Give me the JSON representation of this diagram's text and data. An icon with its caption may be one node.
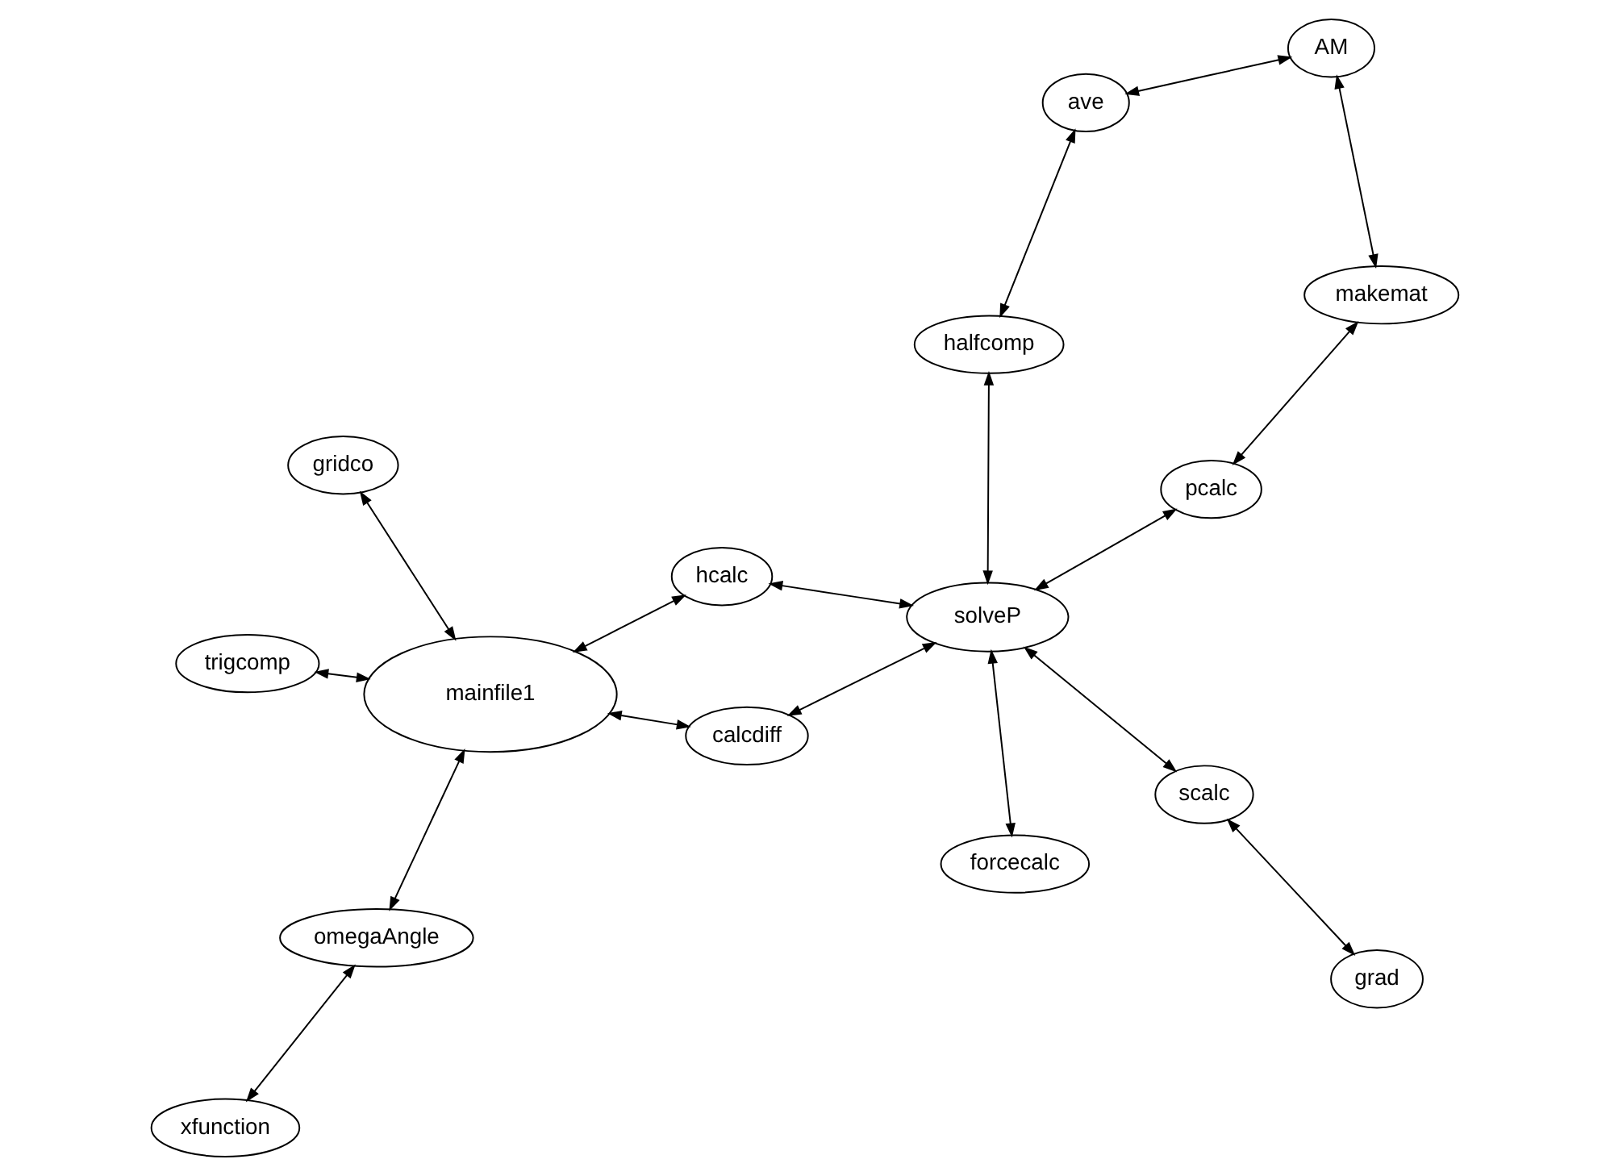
{
  "diagram": {
    "nodes": [
      {
        "text": [
          "trigcomp"
        ]
      },
      {
        "text": [
          "gridco"
        ]
      },
      {
        "text": [
          "xfunction"
        ]
      },
      {
        "text": [
          "hcalc"
        ]
      },
      {
        "text": [
          "mainfile1"
        ]
      },
      {
        "text": [
          "omegaAngle"
        ]
      },
      {
        "text": [
          "forcecalc"
        ]
      },
      {
        "text": [
          "solveP"
        ]
      },
      {
        "text": [
          "calcdiff"
        ]
      },
      {
        "text": [
          "scalc"
        ]
      },
      {
        "text": [
          "pcalc"
        ]
      },
      {
        "text": [
          "halfcomp"
        ]
      },
      {
        "text": [
          "grad"
        ]
      },
      {
        "text": [
          "makemat"
        ]
      },
      {
        "text": [
          "ave"
        ]
      },
      {
        "text": [
          "AM"
        ]
      }
    ],
    "edges": [
      {
        "from": 0,
        "to": 4,
        "arrow": "both"
      },
      {
        "from": 1,
        "to": 4,
        "arrow": "both"
      },
      {
        "from": 2,
        "to": 5,
        "arrow": "both"
      },
      {
        "from": 3,
        "to": 4,
        "arrow": "both"
      },
      {
        "from": 4,
        "to": 5,
        "arrow": "both"
      },
      {
        "from": 4,
        "to": 8,
        "arrow": "both"
      },
      {
        "from": 3,
        "to": 7,
        "arrow": "both"
      },
      {
        "from": 6,
        "to": 7,
        "arrow": "both"
      },
      {
        "from": 7,
        "to": 8,
        "arrow": "both"
      },
      {
        "from": 7,
        "to": 9,
        "arrow": "both"
      },
      {
        "from": 7,
        "to": 11,
        "arrow": "both"
      },
      {
        "from": 7,
        "to": 10,
        "arrow": "both"
      },
      {
        "from": 9,
        "to": 12,
        "arrow": "both"
      },
      {
        "from": 11,
        "to": 14,
        "arrow": "both"
      },
      {
        "from": 10,
        "to": 13,
        "arrow": "both"
      },
      {
        "from": 13,
        "to": 15,
        "arrow": "both"
      },
      {
        "from": 14,
        "to": 15,
        "arrow": "both"
      }
    ]
  }
}
